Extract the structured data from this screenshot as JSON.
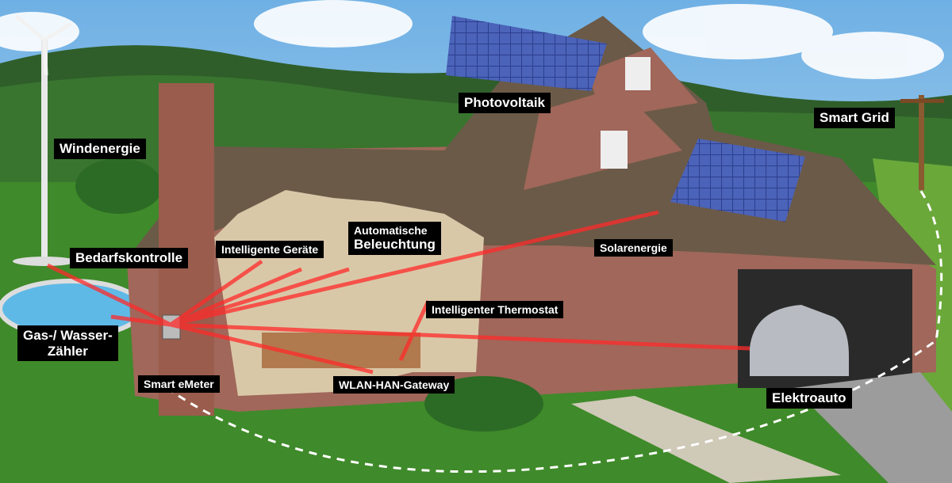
{
  "labels": {
    "photovoltaik": "Photovoltaik",
    "smart_grid": "Smart Grid",
    "windenergie": "Windenergie",
    "intelligente_geraete": "Intelligente Geräte",
    "automatische_beleuchtung_1": "Automatische",
    "automatische_beleuchtung_2": "Beleuchtung",
    "bedarfskontrolle": "Bedarfskontrolle",
    "solarenergie": "Solarenergie",
    "intelligenter_thermostat": "Intelligenter Thermostat",
    "gas_wasser_1": "Gas-/ Wasser-",
    "gas_wasser_2": "Zähler",
    "smart_emeter": "Smart eMeter",
    "wlan_han_gateway": "WLAN-HAN-Gateway",
    "elektroauto": "Elektroauto"
  },
  "colors": {
    "signal_line": "#ff2a2a",
    "label_bg": "#000000",
    "grass": "#3f8a2a",
    "brick": "#a0675a",
    "roof": "#6b5a48"
  }
}
